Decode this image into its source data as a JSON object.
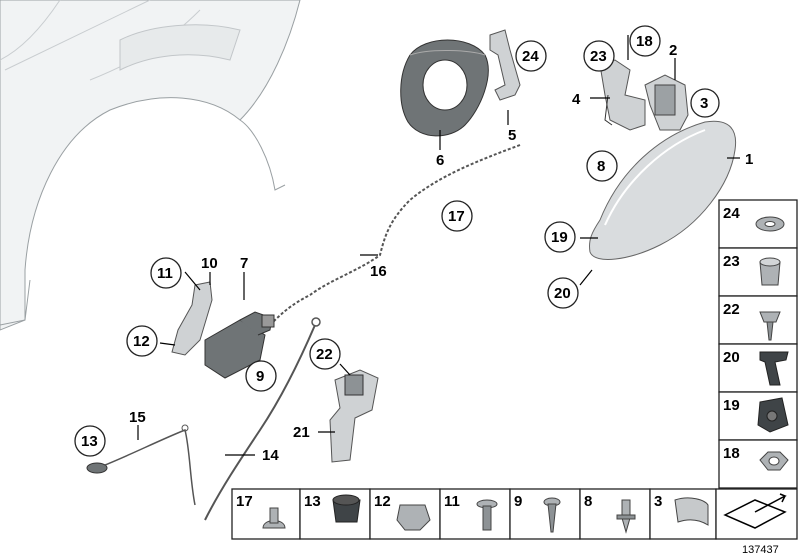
{
  "diagram_id": "137437",
  "callouts": {
    "c1": "1",
    "c2": "2",
    "c3": "3",
    "c4": "4",
    "c5": "5",
    "c6": "6",
    "c7": "7",
    "c8": "8",
    "c9": "9",
    "c10": "10",
    "c11": "11",
    "c12": "12",
    "c13": "13",
    "c14": "14",
    "c15": "15",
    "c16": "16",
    "c17": "17",
    "c18": "18",
    "c19": "19",
    "c20": "20",
    "c21": "21",
    "c22": "22",
    "c23": "23",
    "c24": "24"
  },
  "side_legend": [
    "24",
    "23",
    "22",
    "20",
    "19",
    "18"
  ],
  "bottom_legend": [
    "17",
    "13",
    "12",
    "11",
    "9",
    "8",
    "3"
  ]
}
